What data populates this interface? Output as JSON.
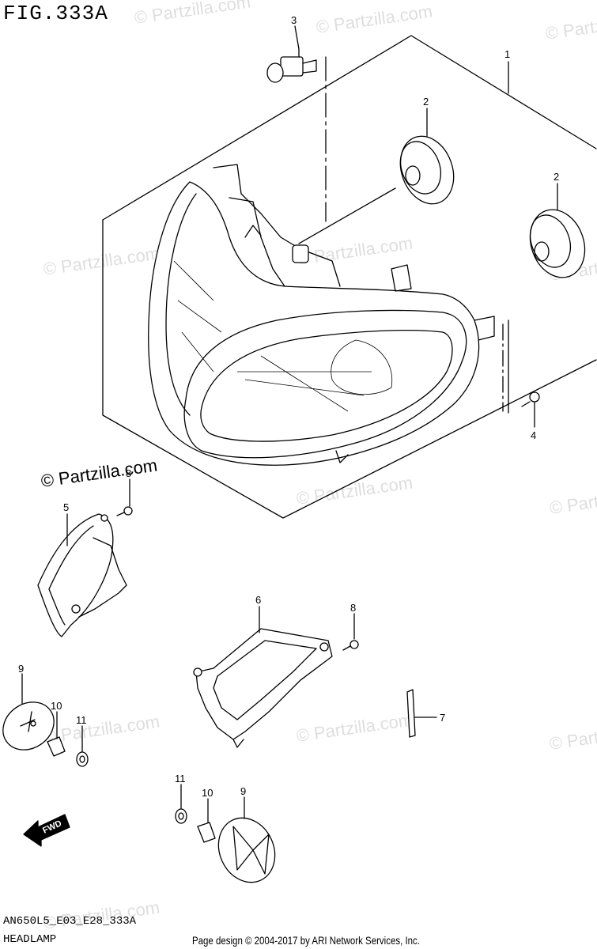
{
  "figure": {
    "title": "FIG.333A"
  },
  "footer": {
    "reference_code": "AN650L5_E03_E28_333A",
    "section_name": "HEADLAMP",
    "credit": "Page design © 2004-2017 by ARI Network Services, Inc."
  },
  "watermark": {
    "text": "© Partzilla.com"
  },
  "direction_arrow": {
    "label": "FWD"
  },
  "callouts": {
    "headlamp_assembly": "1",
    "socket_cover_left": "2",
    "socket_cover_right": "2",
    "bulb": "3",
    "screw_headlamp": "4",
    "bracket_left": "5",
    "bracket_right": "6",
    "clip": "7",
    "screw_left": "8",
    "screw_right": "8",
    "reflector_left": "9",
    "reflector_right": "9",
    "collar_left": "10",
    "collar_right": "10",
    "washer_left": "11",
    "washer_right": "11"
  }
}
